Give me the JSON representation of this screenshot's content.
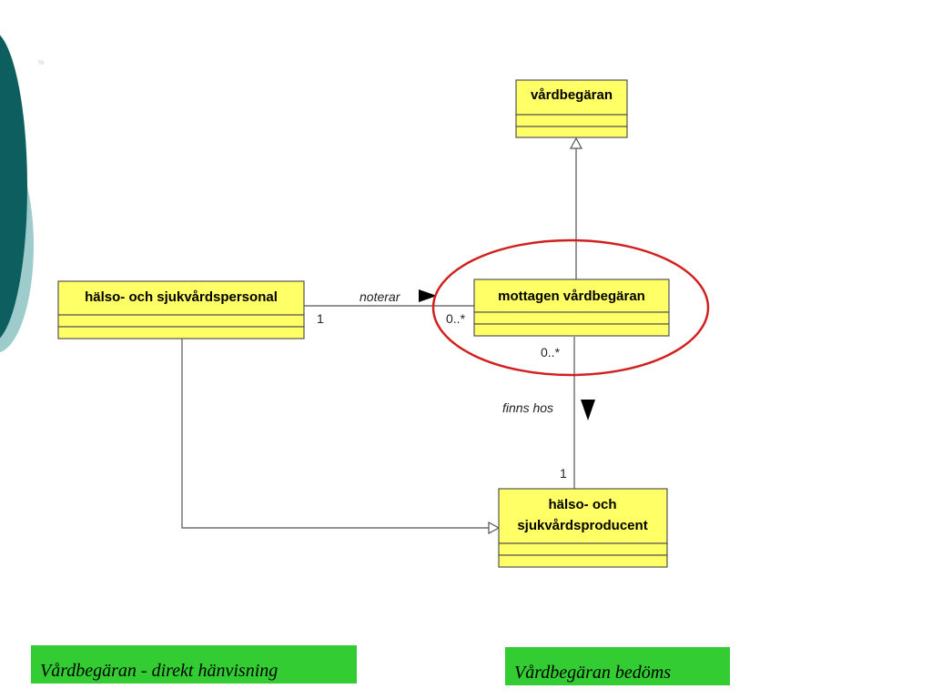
{
  "colors": {
    "slide_decor_dark": "#0d5e5e",
    "slide_decor_light": "#9ecbcc",
    "class_fill": "#ffff66",
    "class_border": "#555555",
    "highlight_ellipse": "#d21f1f",
    "caption_background": "#33cc33"
  },
  "slide_mark": "%",
  "classes": {
    "vardbegaran": {
      "name": "vårdbegäran"
    },
    "mottagen": {
      "name": "mottagen vårdbegäran"
    },
    "personal": {
      "name": "hälso- och sjukvårdspersonal"
    },
    "producent": {
      "name_line1": "hälso- och",
      "name_line2": "sjukvårdsproducent"
    }
  },
  "associations": {
    "noterar": {
      "label": "noterar",
      "source_multiplicity": "1",
      "target_multiplicity": "0..*",
      "direction_icon": "triangle-right-icon"
    },
    "finns_hos": {
      "label": "finns hos",
      "source_multiplicity": "0..*",
      "target_multiplicity": "1",
      "direction_icon": "triangle-down-icon"
    }
  },
  "generalizations": [
    {
      "from": "mottagen vårdbegäran",
      "to": "vårdbegäran"
    },
    {
      "from": "hälso- och sjukvårdspersonal",
      "to": "hälso- och sjukvårdsproducent"
    }
  ],
  "captions": {
    "left": "Vårdbegäran - direkt hänvisning",
    "right": "Vårdbegäran bedöms"
  }
}
